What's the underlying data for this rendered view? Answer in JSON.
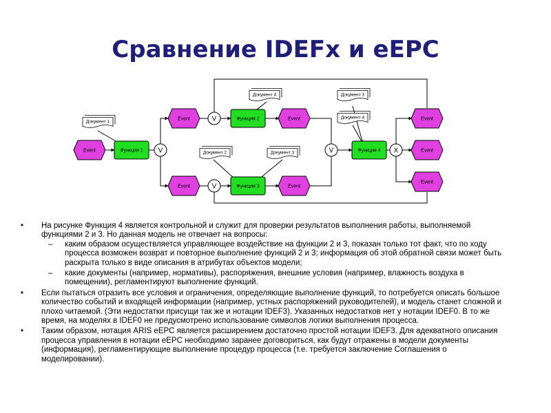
{
  "title": "Сравнение IDEFx и eEPC",
  "diagram": {
    "event_label": "Event",
    "functions": [
      "Функция 1",
      "Функция 2",
      "Функция 3",
      "Функция 4"
    ],
    "documents": [
      "Документ 1",
      "Документ 2",
      "Документ 3",
      "Документ 4"
    ],
    "operators": [
      "V",
      "V",
      "V",
      "V",
      "X"
    ],
    "colors": {
      "event": "#e040e0",
      "function": "#22dd22",
      "line": "#000000",
      "document": "#ffffff"
    }
  },
  "bullets": [
    "На рисунке Функция 4 является контрольной и служит для проверки результатов выполнения работы, выполняемой функциями 2 и 3. Но данная модель не отвечает на вопросы:",
    "каким образом осуществляется управляющее воздействие на функции 2 и 3, показан только тот факт, что по ходу процесса возможен возврат и повторное выполнение функций 2 и 3; информация об этой обратной связи может быть раскрыта только в виде описания в атрибутах объектов модели;",
    "какие документы (например, нормативы), распоряжения, внешние условия (например, влажность воздуха в помещении), регламентируют выполнение функций.",
    "Если пытаться отразить все условия и ограничения, определяющие выполнение функций, то потребуется описать большое количество событий и входящей информации (например, устных распоряжений руководителей), и модель станет сложной и плохо читаемой. (Эти недостатки присущи так же и нотации IDEF3). Указанных недостатков нет у нотации IDEF0. В то же время, на моделях в IDEF0 не предусмотрено использование символов логики выполнения процесса.",
    "Таким образом, нотация ARIS eEPC является расширением достаточно простой нотации IDEF3. Для адекватного описания процесса управления в нотации eEPC необходимо заранее договориться, как будут отражены в модели документы (информация), регламентирующие выполнение процедур процесса (т.е. требуется заключение Соглашения о моделировании)."
  ],
  "markers": {
    "bullet": "•",
    "dash": "–"
  }
}
